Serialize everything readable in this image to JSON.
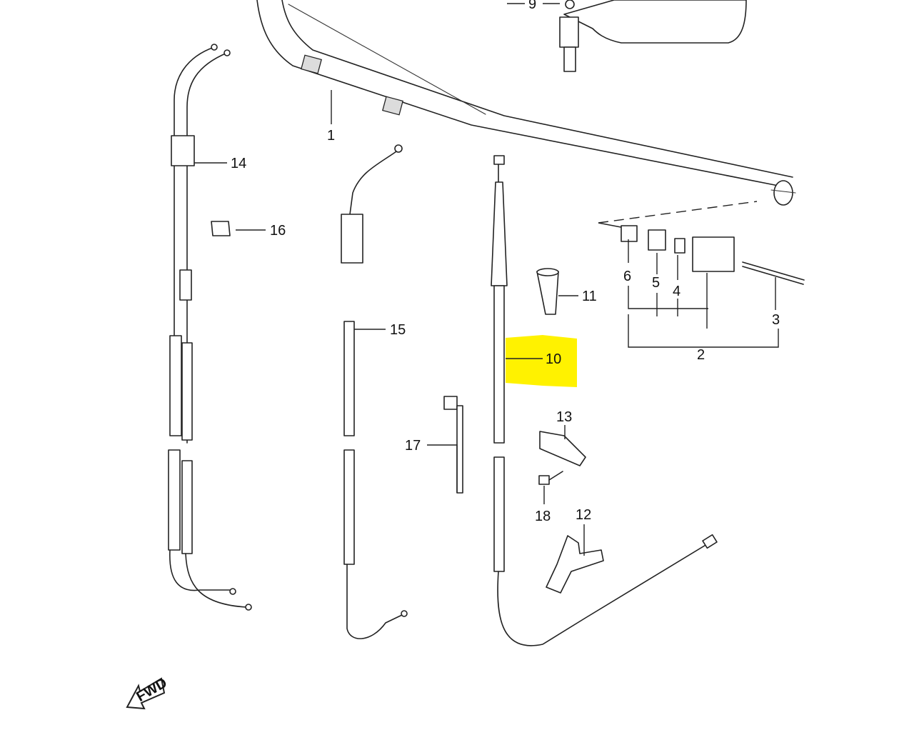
{
  "diagram": {
    "labels": {
      "l1": "1",
      "l2": "2",
      "l3": "3",
      "l4": "4",
      "l5": "5",
      "l6": "6",
      "l9": "9",
      "l10": "10",
      "l11": "11",
      "l12": "12",
      "l13": "13",
      "l14": "14",
      "l15": "15",
      "l16": "16",
      "l17": "17",
      "l18": "18"
    },
    "fwd_label": "FWD",
    "highlight_color": "#fff200",
    "line_color": "#222222"
  }
}
